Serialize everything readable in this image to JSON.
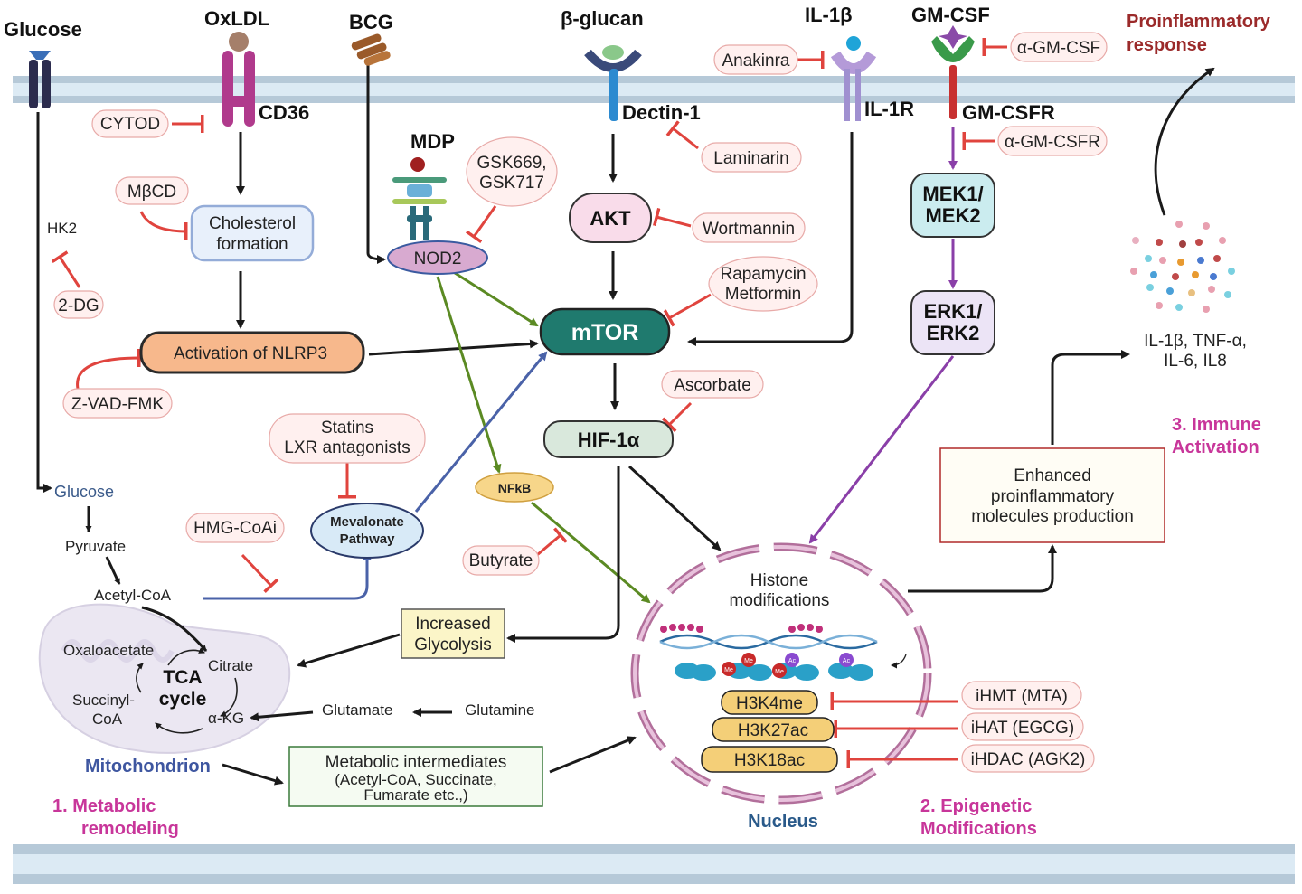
{
  "colors": {
    "membrane": "#b8cad8",
    "membrane_light": "#deebf5",
    "inhibit": "#e0443e",
    "section_pink": "#c8369a",
    "section_blue": "#3e56a0",
    "proinflam": "#9b2a2a"
  },
  "receptors": {
    "glucose": "Glucose",
    "oxldl": "OxLDL",
    "cd36": "CD36",
    "bcg": "BCG",
    "mdp": "MDP",
    "nod2": "NOD2",
    "beta_glucan": "β-glucan",
    "dectin1": "Dectin-1",
    "il1b": "IL-1β",
    "il1r": "IL-1R",
    "gmcsf": "GM-CSF",
    "gmcsfr": "GM-CSFR"
  },
  "inhibitors": {
    "cytod": "CYTOD",
    "mbcd": "MβCD",
    "hk2": "HK2",
    "twodg": "2-DG",
    "zvad": "Z-VAD-FMK",
    "gsk_1": "GSK669,",
    "gsk_2": "GSK717",
    "laminarin": "Laminarin",
    "wortmannin": "Wortmannin",
    "rapa_1": "Rapamycin",
    "rapa_2": "Metformin",
    "anakinra": "Anakinra",
    "agmcsf": "α-GM-CSF",
    "agmcsfr": "α-GM-CSFR",
    "ascorbate": "Ascorbate",
    "statins_1": "Statins",
    "statins_2": "LXR antagonists",
    "hmgcoai": "HMG-CoAi",
    "butyrate": "Butyrate",
    "ihmt": "iHMT (MTA)",
    "ihat": "iHAT (EGCG)",
    "ihdac": "iHDAC (AGK2)"
  },
  "nodes": {
    "chol_1": "Cholesterol",
    "chol_2": "formation",
    "nlrp3": "Activation of NLRP3",
    "akt": "AKT",
    "mtor": "mTOR",
    "hif": "HIF-1α",
    "mek_1": "MEK1/",
    "mek_2": "MEK2",
    "erk_1": "ERK1/",
    "erk_2": "ERK2",
    "nfkb": "NFkB",
    "meva_1": "Mevalonate",
    "meva_2": "Pathway",
    "glyc_1": "Increased",
    "glyc_2": "Glycolysis",
    "enh_1": "Enhanced",
    "enh_2": "proinflammatory",
    "enh_3": "molecules production",
    "metab_1": "Metabolic intermediates",
    "metab_2": "(Acetyl-CoA, Succinate,",
    "metab_3": "Fumarate etc.,)"
  },
  "metabolism": {
    "glucose": "Glucose",
    "pyruvate": "Pyruvate",
    "acetyl": "Acetyl-CoA",
    "oxalo": "Oxaloacetate",
    "citrate": "Citrate",
    "tca_1": "TCA",
    "tca_2": "cycle",
    "succ_1": "Succinyl-",
    "succ_2": "CoA",
    "akg": "α-KG",
    "glutamate": "Glutamate",
    "glutamine": "Glutamine",
    "mito": "Mitochondrion"
  },
  "nucleus": {
    "histone_1": "Histone",
    "histone_2": "modifications",
    "h3k4": "H3K4me",
    "h3k27": "H3K27ac",
    "h3k18": "H3K18ac",
    "me": "Me",
    "ac": "Ac",
    "label": "Nucleus"
  },
  "cytokines": {
    "line1": "IL-1β, TNF-α,",
    "line2": "IL-6, IL8"
  },
  "sections": {
    "s1_1": "1.  Metabolic",
    "s1_2": "remodeling",
    "s2_1": "2. Epigenetic",
    "s2_2": "Modifications",
    "s3_1": "3. Immune",
    "s3_2": "Activation",
    "pro_1": "Proinflammatory",
    "pro_2": "response"
  }
}
